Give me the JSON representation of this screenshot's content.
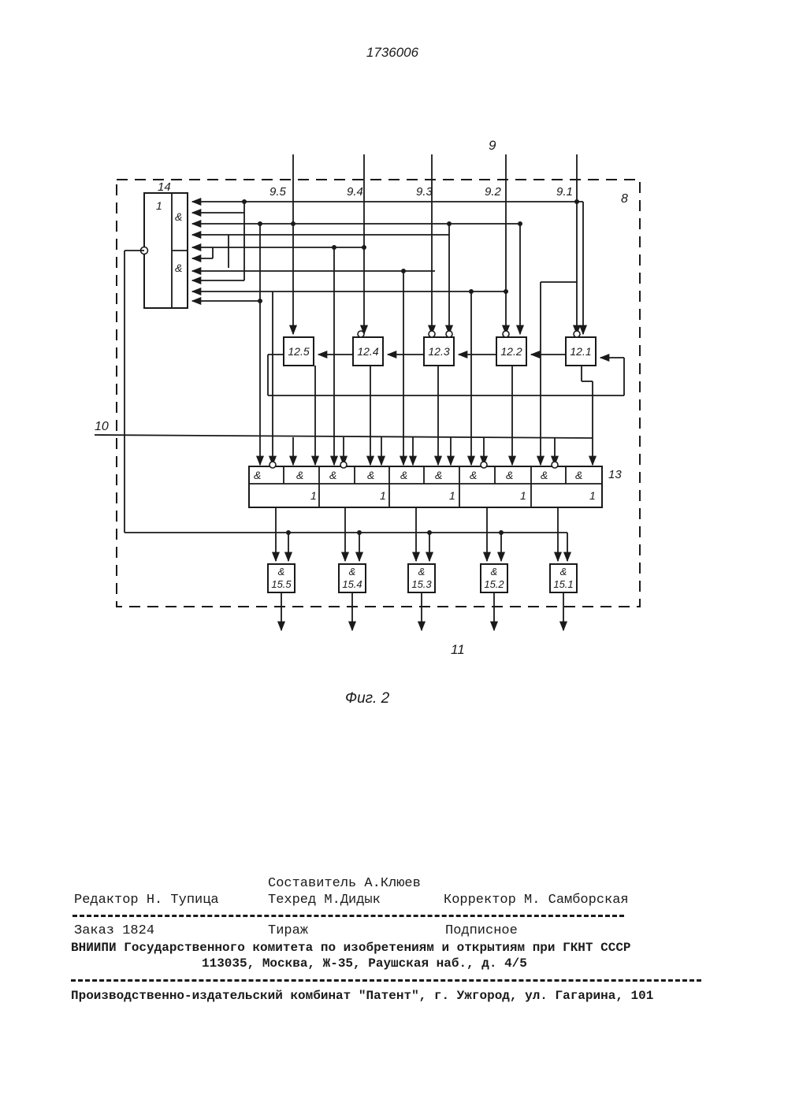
{
  "patent_number": "1736006",
  "figure": {
    "caption": "Фиг. 2",
    "labels": {
      "input_bus": "9",
      "inputs": [
        "9.5",
        "9.4",
        "9.3",
        "9.2",
        "9.1"
      ],
      "unit": "8",
      "input_10": "10",
      "output_bus": "11",
      "block_14": "14",
      "block_13": "13",
      "or_symbol": "1",
      "and_symbol": "&",
      "registers": [
        "12.5",
        "12.4",
        "12.3",
        "12.2",
        "12.1"
      ],
      "and_gates": [
        "15.5",
        "15.4",
        "15.3",
        "15.2",
        "15.1"
      ]
    }
  },
  "imprint": {
    "compiler": "Составитель А.Клюев",
    "editor": "Редактор Н. Тупица",
    "techred": "Техред М.Дидык",
    "corrector": "Корректор М. Самборская",
    "order": "Заказ 1824",
    "circulation": "Тираж",
    "subscription": "Подписное",
    "org_line": "ВНИИПИ Государственного комитета по изобретениям и открытиям при ГКНТ СССР",
    "address_line": "113035, Москва, Ж-35, Раушская наб., д. 4/5",
    "publisher_line": "Производственно-издательский комбинат \"Патент\", г. Ужгород, ул. Гагарина, 101"
  }
}
